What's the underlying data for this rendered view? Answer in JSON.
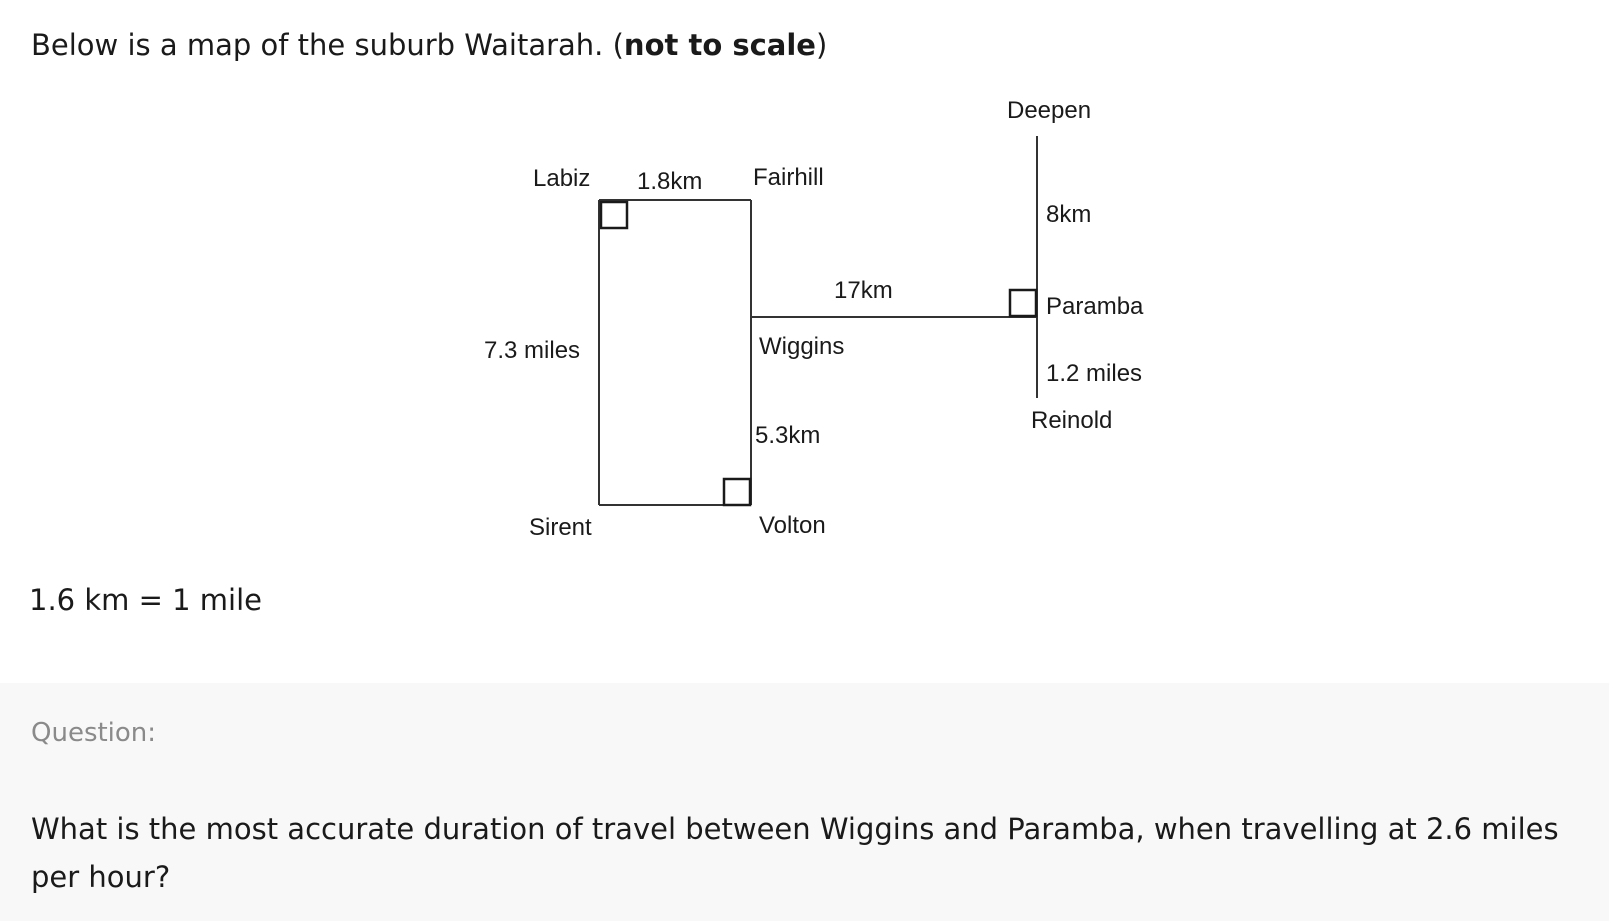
{
  "intro": {
    "text": "Below is a map of the suburb Waitarah. (",
    "emphasis": "not to scale",
    "closing": ")"
  },
  "map": {
    "places": {
      "labiz": "Labiz",
      "fairhill": "Fairhill",
      "deepen": "Deepen",
      "paramba": "Paramba",
      "wiggins": "Wiggins",
      "reinold": "Reinold",
      "sirent": "Sirent",
      "volton": "Volton"
    },
    "distances": {
      "labiz_fairhill": "1.8km",
      "labiz_sirent": "7.3 miles",
      "wiggins_paramba": "17km",
      "deepen_paramba": "8km",
      "paramba_reinold": "1.2 miles",
      "wiggins_volton": "5.3km"
    }
  },
  "conversion": "1.6 km = 1 mile",
  "question": {
    "label": "Question:",
    "text": "What is the most accurate duration of travel between Wiggins and Paramba, when travelling at 2.6 miles per hour?"
  }
}
